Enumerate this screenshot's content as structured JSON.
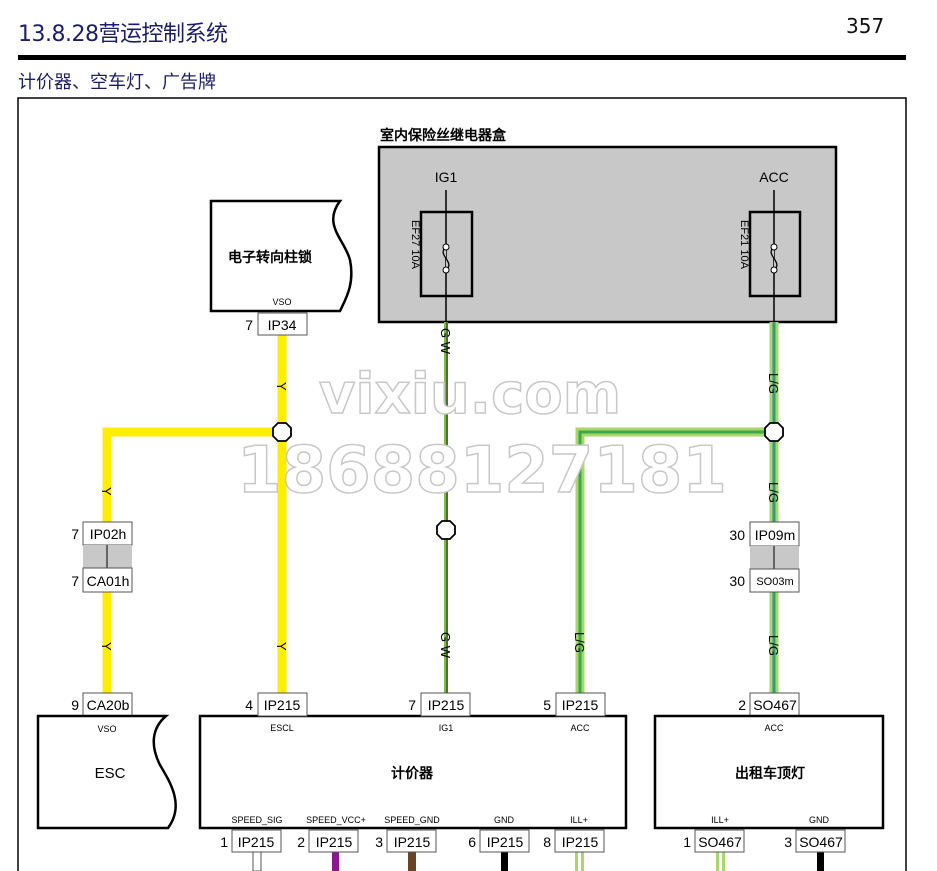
{
  "header": {
    "title": "13.8.28营运控制系统",
    "page_number": "357",
    "subtitle": "计价器、空车灯、广告牌"
  },
  "fuse_box": {
    "title": "室内保险丝继电器盒",
    "fuses": [
      {
        "label": "IG1",
        "rating": "EF27 10A"
      },
      {
        "label": "ACC",
        "rating": "EF21 10A"
      }
    ]
  },
  "steering_lock": {
    "title": "电子转向柱锁",
    "pin_label": "VSO",
    "connector": {
      "pin": "7",
      "id": "IP34"
    }
  },
  "inline_left": {
    "top": {
      "pin": "7",
      "id": "IP02h"
    },
    "bottom": {
      "pin": "7",
      "id": "CA01h"
    }
  },
  "inline_right": {
    "top": {
      "pin": "30",
      "id": "IP09m"
    },
    "bottom": {
      "pin": "30",
      "id": "SO03m"
    }
  },
  "esc": {
    "title": "ESC",
    "pin_label": "VSO",
    "connector": {
      "pin": "9",
      "id": "CA20b"
    }
  },
  "meter": {
    "title": "计价器",
    "top_pins": [
      {
        "pin": "4",
        "id": "IP215",
        "label": "ESCL"
      },
      {
        "pin": "7",
        "id": "IP215",
        "label": "IG1"
      },
      {
        "pin": "5",
        "id": "IP215",
        "label": "ACC"
      }
    ],
    "bottom_pins": [
      {
        "pin": "1",
        "id": "IP215",
        "label": "SPEED_SIG"
      },
      {
        "pin": "2",
        "id": "IP215",
        "label": "SPEED_VCC+"
      },
      {
        "pin": "3",
        "id": "IP215",
        "label": "SPEED_GND"
      },
      {
        "pin": "6",
        "id": "IP215",
        "label": "GND"
      },
      {
        "pin": "8",
        "id": "IP215",
        "label": "ILL+"
      }
    ]
  },
  "taxi_light": {
    "title": "出租车顶灯",
    "top_pin": {
      "pin": "2",
      "id": "SO467",
      "label": "ACC"
    },
    "bottom_pins": [
      {
        "pin": "1",
        "id": "SO467",
        "label": "ILL+"
      },
      {
        "pin": "3",
        "id": "SO467",
        "label": "GND"
      }
    ]
  },
  "wire_codes": {
    "yellow": "Y",
    "green_white": "G W",
    "lightgreen_green": "L/G"
  },
  "wire_colors": {
    "yellow": "#ffee00",
    "green": "#7ac143",
    "teal": "#2f9a8c",
    "white": "#ffffff",
    "purple": "#8b1a8b",
    "brown": "#6b4423",
    "black": "#000000",
    "fusebox": "#c8c8c8"
  },
  "watermark": {
    "line1": "vixiu.com",
    "line2": "18688127181"
  }
}
